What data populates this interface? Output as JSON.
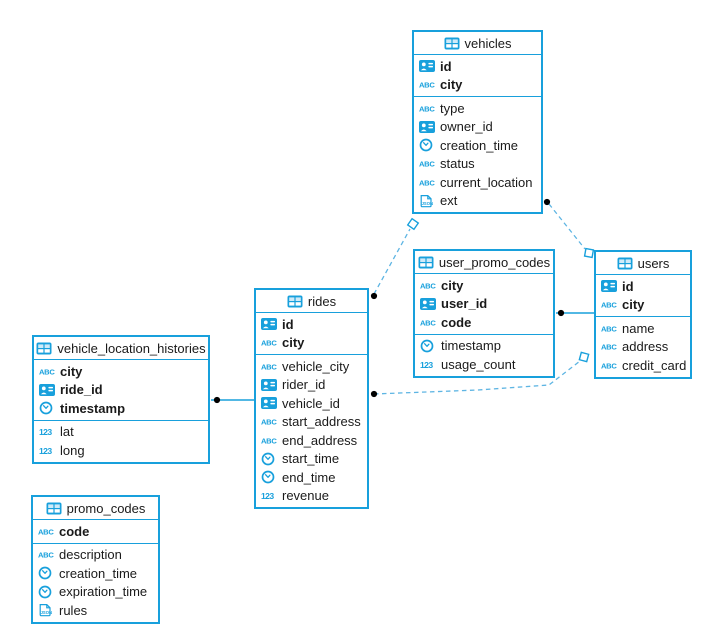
{
  "colors": {
    "accent": "#18a0dc",
    "dash_line": "#5eb5e3",
    "dot": "#000000",
    "background": "#ffffff"
  },
  "icon_legend": {
    "uuid": "id-card-icon",
    "string": "abc-icon",
    "timestamp": "clock-icon",
    "number": "numeric-123-icon",
    "json": "json-doc-icon",
    "table": "table-grid-icon"
  },
  "tables": [
    {
      "id": "vehicles",
      "title": "vehicles",
      "primary_fields": [
        {
          "type": "uuid",
          "name": "id"
        },
        {
          "type": "string",
          "name": "city"
        }
      ],
      "fields": [
        {
          "type": "string",
          "name": "type"
        },
        {
          "type": "uuid",
          "name": "owner_id"
        },
        {
          "type": "timestamp",
          "name": "creation_time"
        },
        {
          "type": "string",
          "name": "status"
        },
        {
          "type": "string",
          "name": "current_location"
        },
        {
          "type": "json",
          "name": "ext"
        }
      ]
    },
    {
      "id": "user_promo_codes",
      "title": "user_promo_codes",
      "primary_fields": [
        {
          "type": "string",
          "name": "city"
        },
        {
          "type": "uuid",
          "name": "user_id"
        },
        {
          "type": "string",
          "name": "code"
        }
      ],
      "fields": [
        {
          "type": "timestamp",
          "name": "timestamp"
        },
        {
          "type": "number",
          "name": "usage_count"
        }
      ]
    },
    {
      "id": "users",
      "title": "users",
      "primary_fields": [
        {
          "type": "uuid",
          "name": "id"
        },
        {
          "type": "string",
          "name": "city"
        }
      ],
      "fields": [
        {
          "type": "string",
          "name": "name"
        },
        {
          "type": "string",
          "name": "address"
        },
        {
          "type": "string",
          "name": "credit_card"
        }
      ]
    },
    {
      "id": "rides",
      "title": "rides",
      "primary_fields": [
        {
          "type": "uuid",
          "name": "id"
        },
        {
          "type": "string",
          "name": "city"
        }
      ],
      "fields": [
        {
          "type": "string",
          "name": "vehicle_city"
        },
        {
          "type": "uuid",
          "name": "rider_id"
        },
        {
          "type": "uuid",
          "name": "vehicle_id"
        },
        {
          "type": "string",
          "name": "start_address"
        },
        {
          "type": "string",
          "name": "end_address"
        },
        {
          "type": "timestamp",
          "name": "start_time"
        },
        {
          "type": "timestamp",
          "name": "end_time"
        },
        {
          "type": "number",
          "name": "revenue"
        }
      ]
    },
    {
      "id": "vehicle_location_histories",
      "title": "vehicle_location_histories",
      "primary_fields": [
        {
          "type": "string",
          "name": "city"
        },
        {
          "type": "uuid",
          "name": "ride_id"
        },
        {
          "type": "timestamp",
          "name": "timestamp"
        }
      ],
      "fields": [
        {
          "type": "number",
          "name": "lat"
        },
        {
          "type": "number",
          "name": "long"
        }
      ]
    },
    {
      "id": "promo_codes",
      "title": "promo_codes",
      "primary_fields": [
        {
          "type": "string",
          "name": "code"
        }
      ],
      "fields": [
        {
          "type": "string",
          "name": "description"
        },
        {
          "type": "timestamp",
          "name": "creation_time"
        },
        {
          "type": "timestamp",
          "name": "expiration_time"
        },
        {
          "type": "json",
          "name": "rules"
        }
      ]
    }
  ],
  "relations": [
    {
      "from": "vehicle_location_histories",
      "to": "rides",
      "line": "solid",
      "from_marker": "dot",
      "to_marker": "none"
    },
    {
      "from": "user_promo_codes",
      "to": "users",
      "line": "solid",
      "from_marker": "dot",
      "to_marker": "none"
    },
    {
      "from": "rides",
      "to": "vehicles",
      "line": "dashed",
      "from_marker": "dot",
      "to_marker": "open-square"
    },
    {
      "from": "vehicles",
      "to": "users",
      "line": "dashed",
      "from_marker": "dot",
      "to_marker": "open-square"
    },
    {
      "from": "rides",
      "to": "users",
      "line": "dashed",
      "from_marker": "dot",
      "to_marker": "open-square"
    }
  ]
}
